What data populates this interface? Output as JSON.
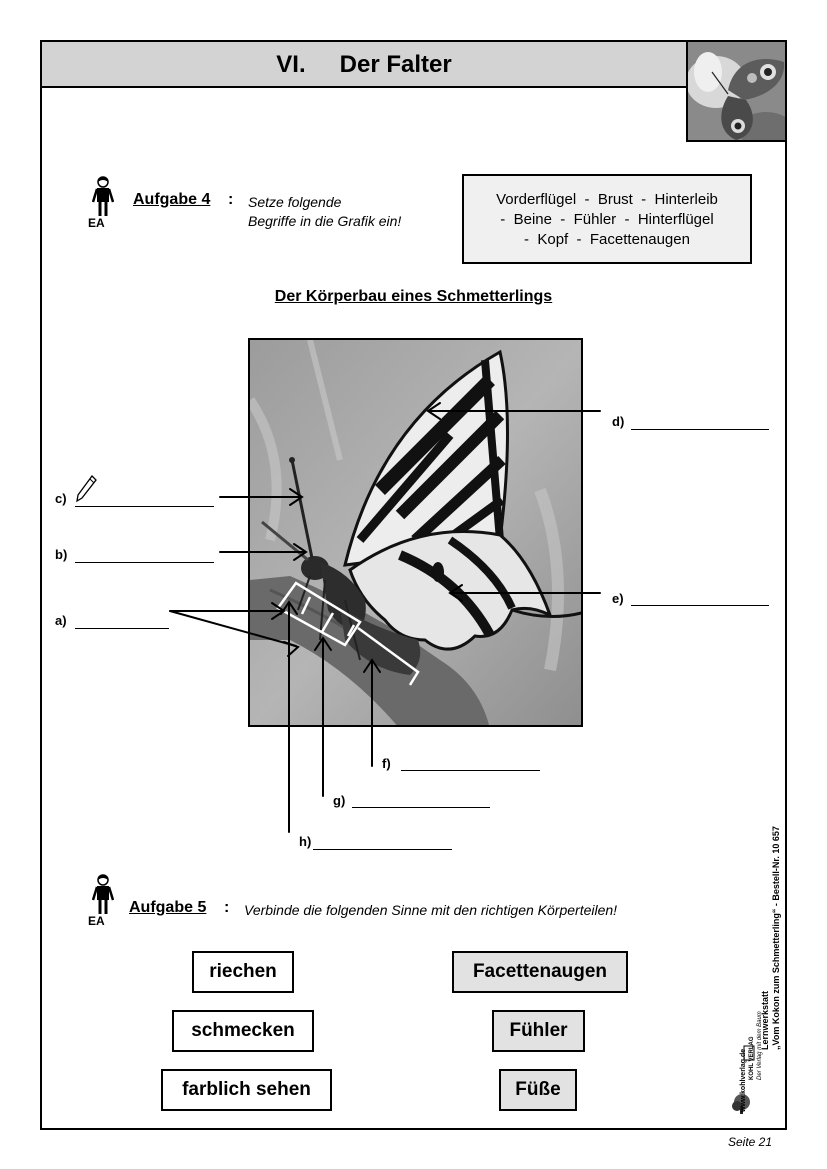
{
  "header": {
    "chapter_number": "VI.",
    "chapter_title": "Der Falter"
  },
  "task4": {
    "icon_label": "EA",
    "label": "Aufgabe 4",
    "colon": ":",
    "instruction_line1": "Setze folgende",
    "instruction_line2": "Begriffe in die Grafik ein!"
  },
  "terms_box": {
    "line1": "Vorderflügel  -  Brust  -  Hinterleib",
    "line2": "-  Beine  -  Fühler  -  Hinterflügel",
    "line3": "-  Kopf  -  Facettenaugen"
  },
  "diagram": {
    "title": "Der Körperbau eines Schmetterlings",
    "labels": {
      "a": "a)",
      "b": "b)",
      "c": "c)",
      "d": "d)",
      "e": "e)",
      "f": "f)",
      "g": "g)",
      "h": "h)"
    }
  },
  "task5": {
    "icon_label": "EA",
    "label": "Aufgabe 5",
    "colon": ":",
    "instruction": "Verbinde die folgenden Sinne mit den richtigen Körperteilen!",
    "senses": [
      "riechen",
      "schmecken",
      "farblich sehen"
    ],
    "body_parts": [
      "Facettenaugen",
      "Fühler",
      "Füße"
    ]
  },
  "side": {
    "publisher_line": "Lernwerkstatt",
    "title_line": "„Vom Kokon zum Schmetterling“  -  Bestell-Nr. 10 657",
    "url_line": "www.kohlverlag.de",
    "logo_text": "KOHL VERLAG",
    "logo_tagline": "Der Verlag mit dem Baum"
  },
  "footer": {
    "page": "Seite 21"
  }
}
